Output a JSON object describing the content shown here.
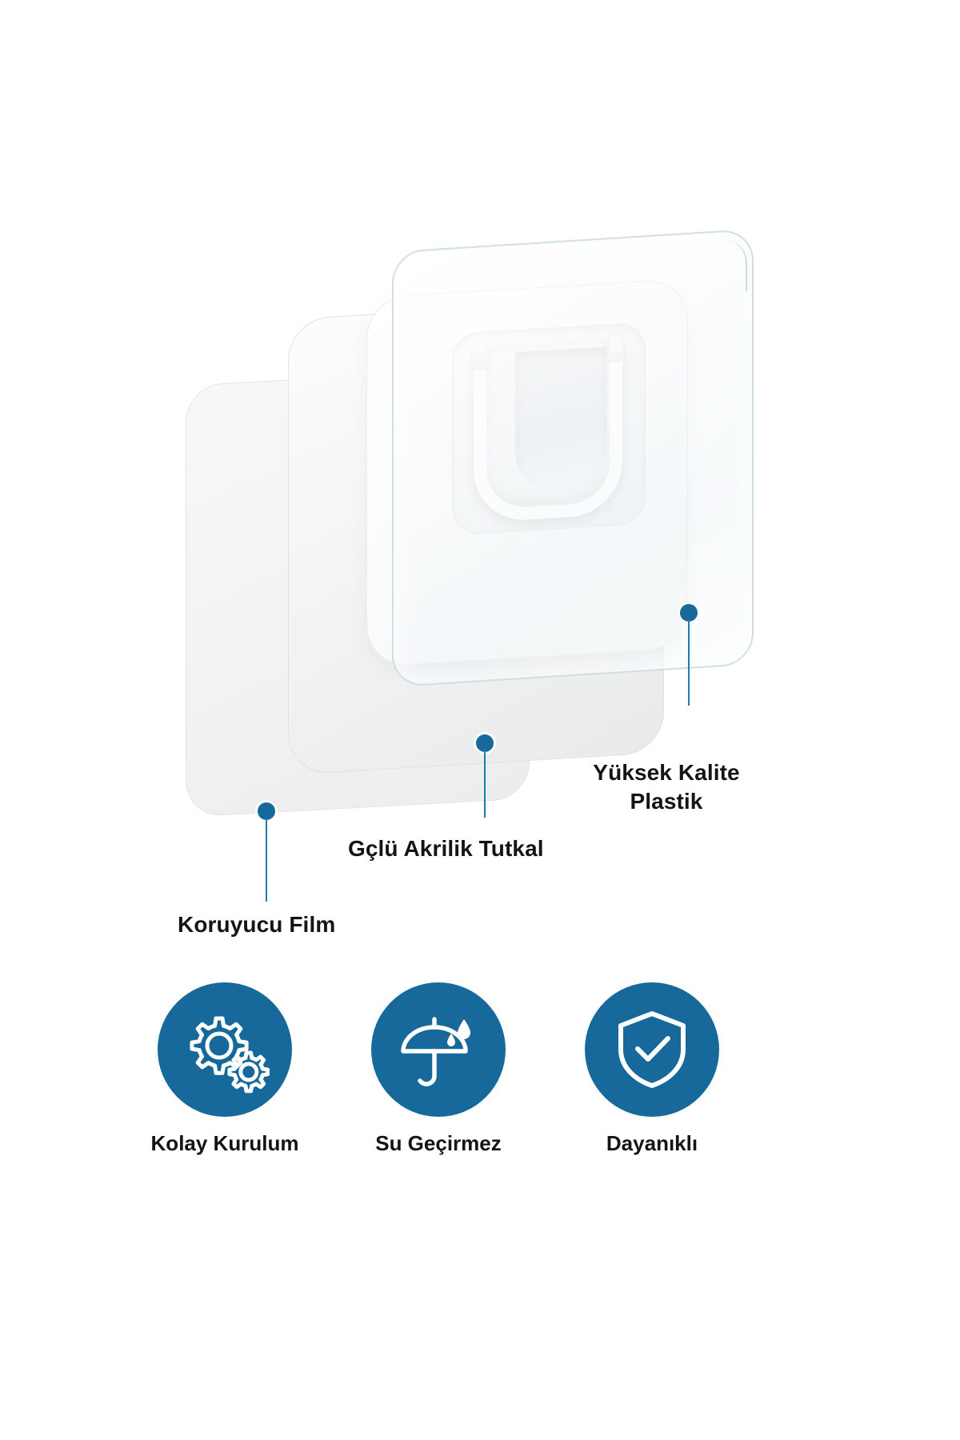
{
  "product_illustration": {
    "layers": [
      {
        "id": "protective-film",
        "name": "Koruyucu Film"
      },
      {
        "id": "acrylic-glue",
        "name": "Gçlü Akrilik Tutkal"
      },
      {
        "id": "high-quality-plastic",
        "name": "Yüksek Kalite Plastik"
      }
    ],
    "hook": {
      "shape": "u-hook",
      "color": "#ffffff"
    }
  },
  "callouts": [
    {
      "key": "film",
      "label": "Koruyucu Film",
      "dot_color": "#16699a",
      "line_color": "#1b7fa8"
    },
    {
      "key": "glue",
      "label": "Gçlü Akrilik Tutkal",
      "dot_color": "#16699a",
      "line_color": "#1b7fa8"
    },
    {
      "key": "plastic",
      "label_line1": "Yüksek Kalite",
      "label_line2": "Plastik",
      "dot_color": "#16699a",
      "line_color": "#1b7fa8"
    }
  ],
  "features": [
    {
      "icon": "gears-icon",
      "label": "Kolay Kurulum"
    },
    {
      "icon": "umbrella-rain-icon",
      "label": "Su Geçirmez"
    },
    {
      "icon": "shield-check-icon",
      "label": "Dayanıklı"
    }
  ],
  "colors": {
    "brand_blue": "#16699a",
    "line_blue": "#1b7fa8",
    "text": "#141414",
    "background": "#ffffff",
    "sheet_grey": "#f2f3f3",
    "plastic_edge": "#cfdfe6"
  }
}
